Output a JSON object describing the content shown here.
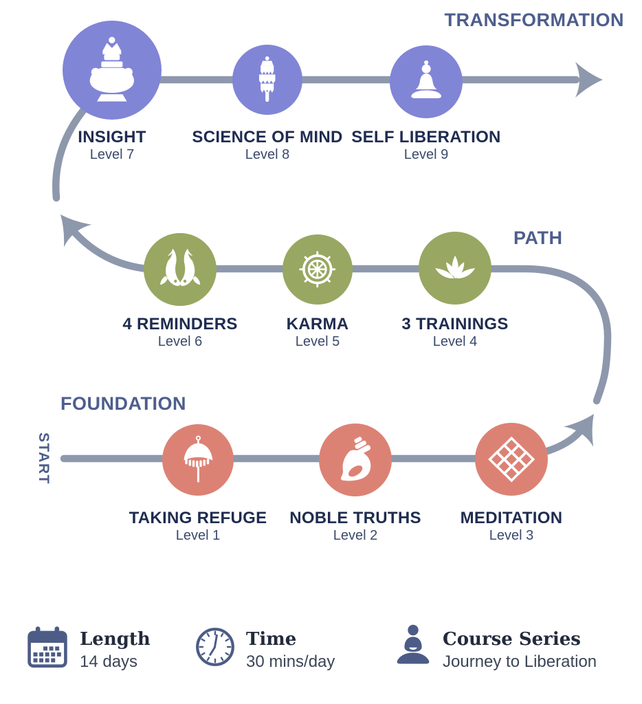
{
  "colors": {
    "purple": "#8185D6",
    "green": "#98A762",
    "salmon": "#DC8275",
    "line": "#8E98AC",
    "slate": "#4D5E8C",
    "navy": "#1F2C50",
    "leveltext": "#3A4A6C",
    "metaicon": "#4C5C86",
    "metaheading": "#232A3C",
    "metavalue": "#3C4557"
  },
  "sections": {
    "transformation": "TRANSFORMATION",
    "path": "PATH",
    "foundation": "FOUNDATION",
    "start": "START"
  },
  "nodes": [
    {
      "title": "INSIGHT",
      "level": "Level 7",
      "icon": "treasure-vase"
    },
    {
      "title": "SCIENCE OF MIND",
      "level": "Level 8",
      "icon": "victory-banner"
    },
    {
      "title": "SELF LIBERATION",
      "level": "Level 9",
      "icon": "meditating-buddha"
    },
    {
      "title": "4 REMINDERS",
      "level": "Level 6",
      "icon": "golden-fishes"
    },
    {
      "title": "KARMA",
      "level": "Level 5",
      "icon": "dharma-wheel"
    },
    {
      "title": "3 TRAININGS",
      "level": "Level 4",
      "icon": "lotus"
    },
    {
      "title": "TAKING REFUGE",
      "level": "Level 1",
      "icon": "parasol"
    },
    {
      "title": "NOBLE TRUTHS",
      "level": "Level 2",
      "icon": "conch-shell"
    },
    {
      "title": "MEDITATION",
      "level": "Level 3",
      "icon": "endless-knot"
    }
  ],
  "meta": [
    {
      "heading": "Length",
      "value": "14 days",
      "icon": "calendar-icon"
    },
    {
      "heading": "Time",
      "value": "30 mins/day",
      "icon": "clock-icon"
    },
    {
      "heading": "Course Series",
      "value": "Journey to Liberation",
      "icon": "meditator-icon"
    }
  ]
}
